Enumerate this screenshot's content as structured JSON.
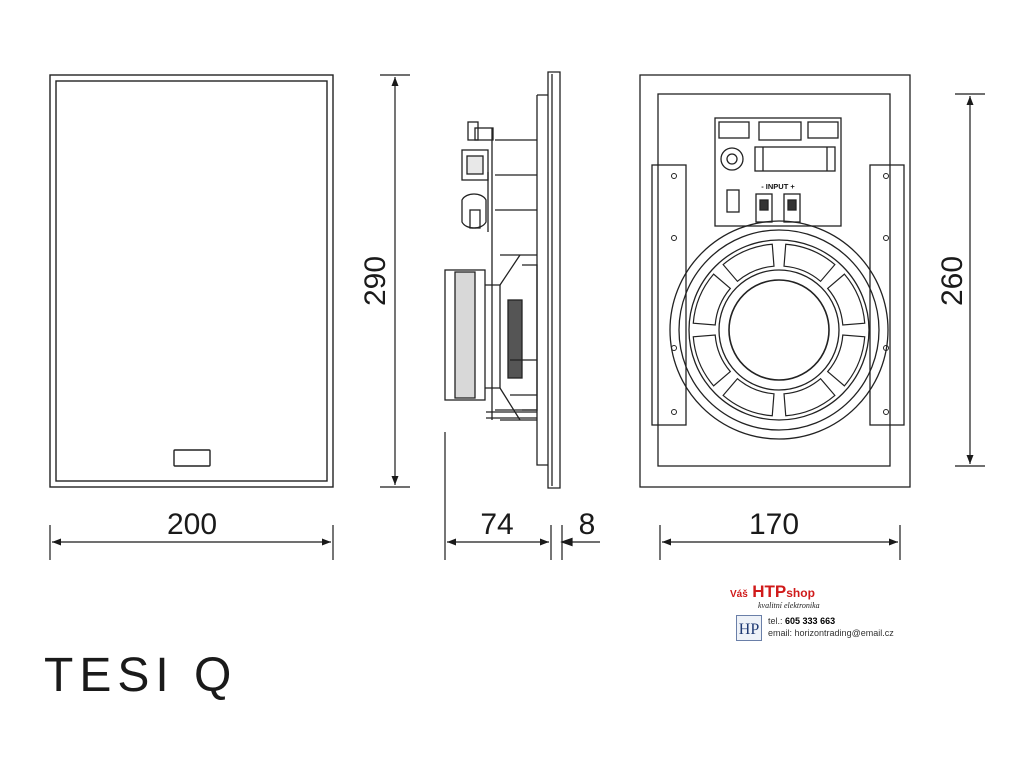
{
  "product": {
    "name": "TESI Q"
  },
  "dimensions": {
    "front_width": "200",
    "front_height": "290",
    "depth": "74",
    "flange": "8",
    "cutout_width": "170",
    "cutout_height": "260"
  },
  "terminal": {
    "label": "- INPUT +"
  },
  "shop": {
    "prefix": "Váš",
    "brand": "HTP",
    "brand_suffix": "shop",
    "tagline": "kvalitní elektronika",
    "phone_label": "tel.:",
    "phone": "605 333 663",
    "email_label": "email:",
    "email": "horizontrading@email.cz",
    "logo_text": "HP",
    "brand_color": "#d01a1a"
  }
}
